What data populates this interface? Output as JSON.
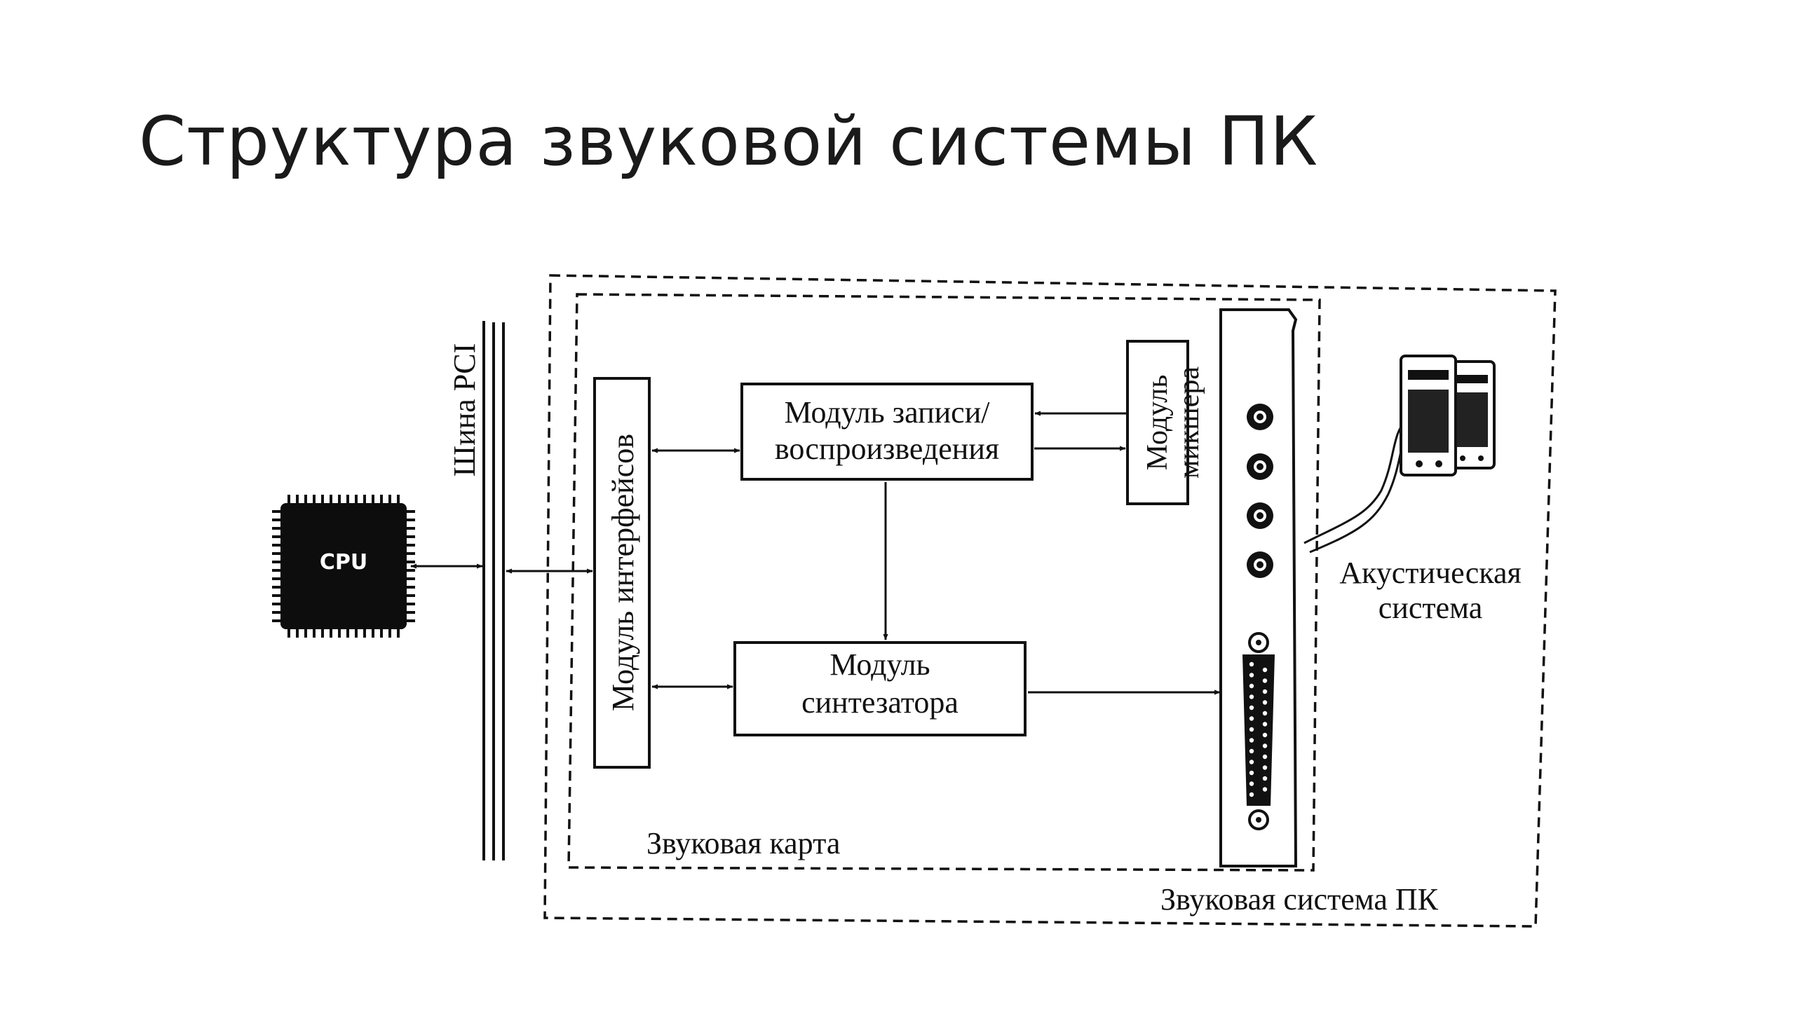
{
  "slide": {
    "title": "Структура звуковой системы ПК"
  },
  "diagram": {
    "cpu_label": "CPU",
    "bus_label": "Шина PCI",
    "interface_module": "Модуль интерфейсов",
    "record_module_line1": "Модуль записи/",
    "record_module_line2": "воспроизведения",
    "mixer_module_line1": "Модуль",
    "mixer_module_line2": "микшера",
    "synth_module_line1": "Модуль",
    "synth_module_line2": "синтезатора",
    "acoustic_line1": "Акустическая",
    "acoustic_line2": "система",
    "sound_card_label": "Звуковая карта",
    "sound_system_label": "Звуковая система ПК"
  },
  "colors": {
    "ink": "#111111",
    "background": "#ffffff",
    "chip": "#0d0d0d"
  },
  "icons": [
    "cpu-chip-icon",
    "speakers-icon",
    "audio-jack-icon",
    "db25-connector-icon"
  ]
}
